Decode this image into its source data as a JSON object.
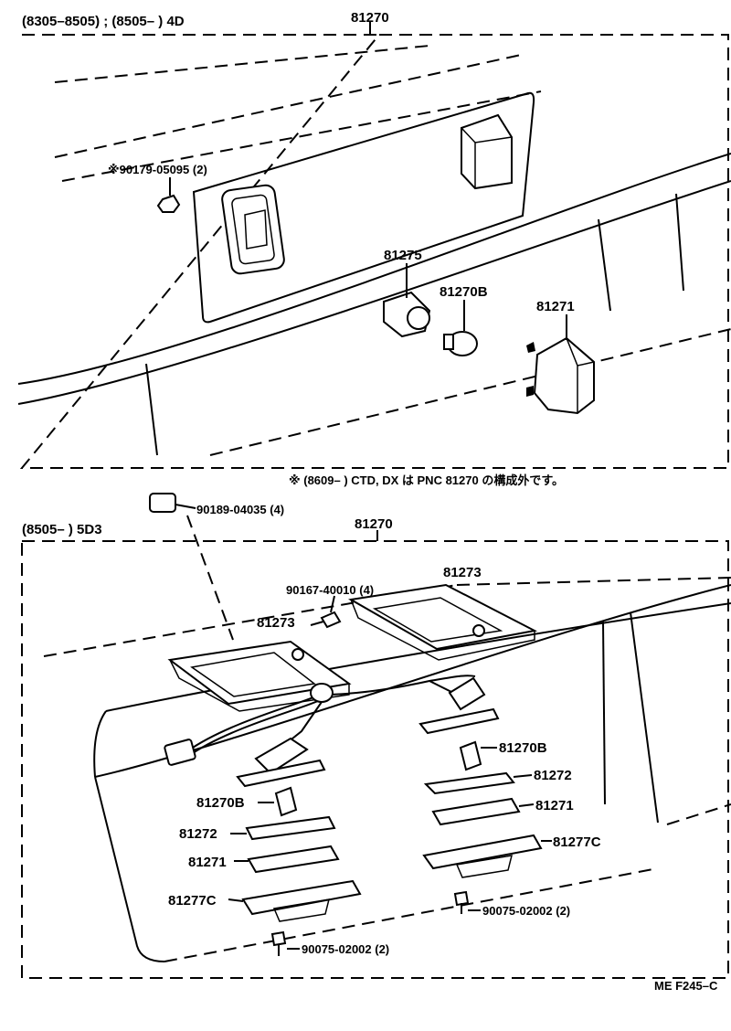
{
  "top_section": {
    "header_left": "(8305–8505) ; (8505–        ) 4D",
    "assembly_number": "81270",
    "labels": {
      "screw": "※90179-05095 (2)",
      "socket": "81275",
      "bulb": "81270B",
      "lens": "81271"
    }
  },
  "note": "※ (8609–        ) CTD, DX は PNC 81270 の構成外です。",
  "bottom_section": {
    "connector_label": "90189-04035 (4)",
    "header_left": "(8505–        ) 5D3",
    "assembly_number": "81270",
    "labels": {
      "screw_top": "90167-40010 (4)",
      "housing_right": "81273",
      "housing_left": "81273",
      "bulb_right": "81270B",
      "gasket_right": "81272",
      "lens_right": "81271",
      "cover_right": "81277C",
      "screw_right": "90075-02002 (2)",
      "bulb_left": "81270B",
      "gasket_left": "81272",
      "lens_left": "81271",
      "cover_left": "81277C",
      "screw_left": "90075-02002 (2)"
    }
  },
  "figure_code": "ME F245–C"
}
